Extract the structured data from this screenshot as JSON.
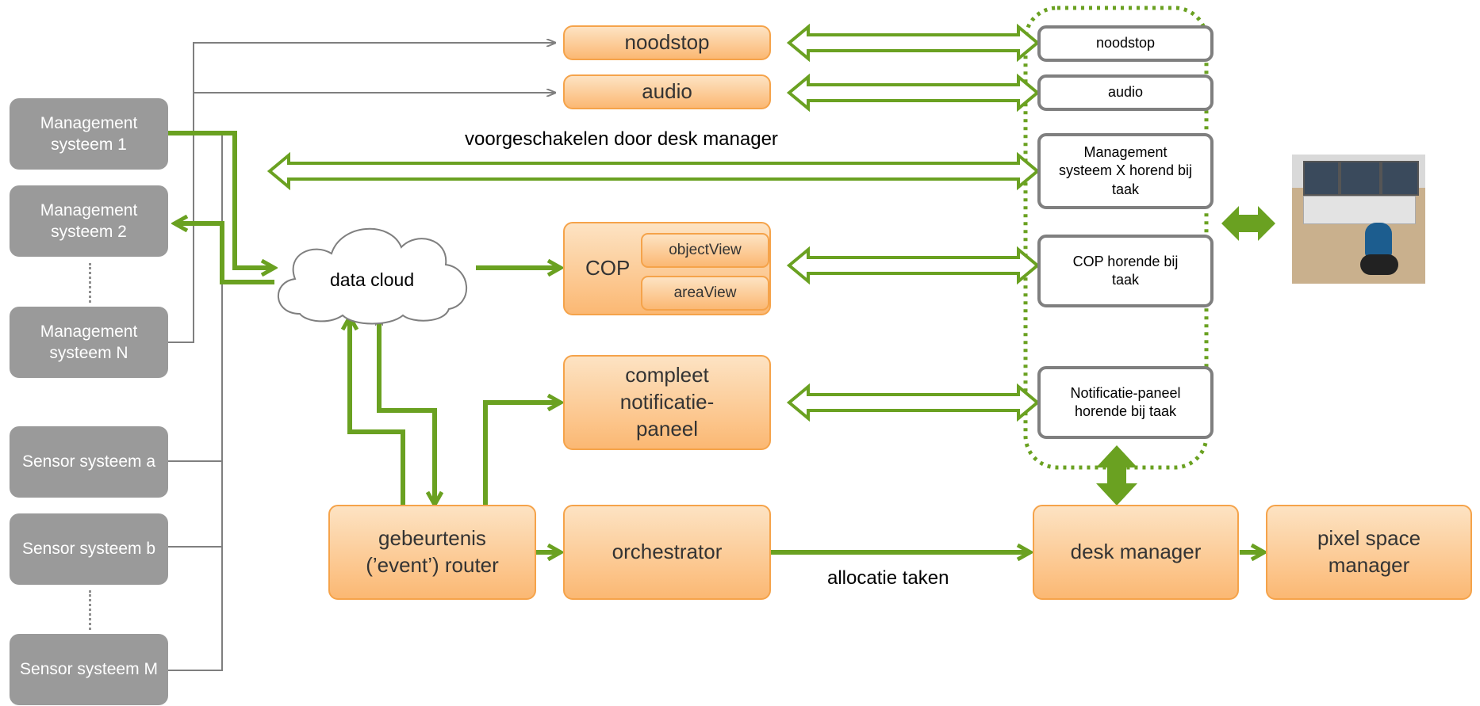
{
  "diagram": {
    "management_systems": [
      "Management systeem 1",
      "Management systeem 2",
      "Management systeem N"
    ],
    "sensor_systems": [
      "Sensor systeem a",
      "Sensor systeem b",
      "Sensor systeem M"
    ],
    "cloud_label": "data cloud",
    "center_boxes": {
      "noodstop": "noodstop",
      "audio": "audio",
      "cop": "COP",
      "object_view": "objectView",
      "area_view": "areaView",
      "notification_panel": "compleet notificatie-paneel",
      "event_router": "gebeurtenis (’event’) router",
      "orchestrator": "orchestrator"
    },
    "right_boxes": {
      "noodstop": "noodstop",
      "audio": "audio",
      "management_x": "Management systeem X horend bij taak",
      "cop": "COP horende bij taak",
      "notification": "Notificatie-paneel horende bij taak"
    },
    "desk_manager": "desk manager",
    "pixel_space_manager": "pixel space manager",
    "labels": {
      "bypass": "voorgeschakelen door desk manager",
      "allocation": "allocatie taken"
    },
    "colors": {
      "system_box": "#9a9a9a",
      "component_fill": "#fcc98e",
      "component_border": "#f5a34a",
      "arrow_green": "#6aa121",
      "line_gray": "#7f7f7f",
      "group_border": "#6aa121"
    }
  }
}
